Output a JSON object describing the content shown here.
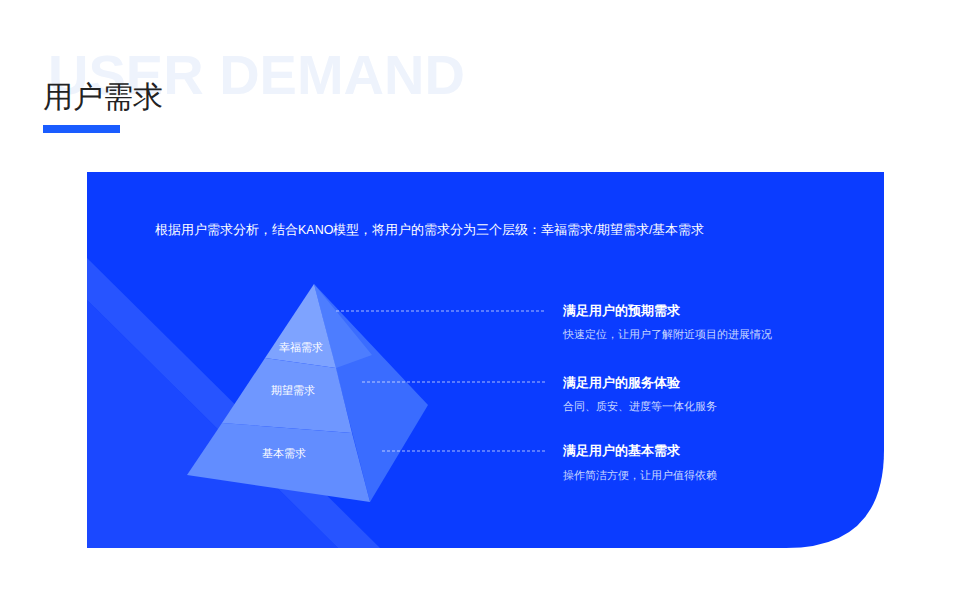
{
  "diagram": {
    "title": "用户需求",
    "nodes": [
      {
        "text": [
          "幸福需求"
        ]
      },
      {
        "text": [
          "期望需求"
        ]
      },
      {
        "text": [
          "基本需求"
        ]
      }
    ],
    "labels": [
      "USER DEMAND",
      "根据用户需求分析，结合KANO模型，将用户的需求分为三个层级：幸福需求/期望需求/基本需求",
      "满足用户的预期需求",
      "快速定位，让用户了解附近项目的进展情况",
      "满足用户的服务体验",
      "合同、质安、进度等一体化服务",
      "满足用户的基本需求",
      "操作简洁方便，让用户值得依赖"
    ]
  }
}
